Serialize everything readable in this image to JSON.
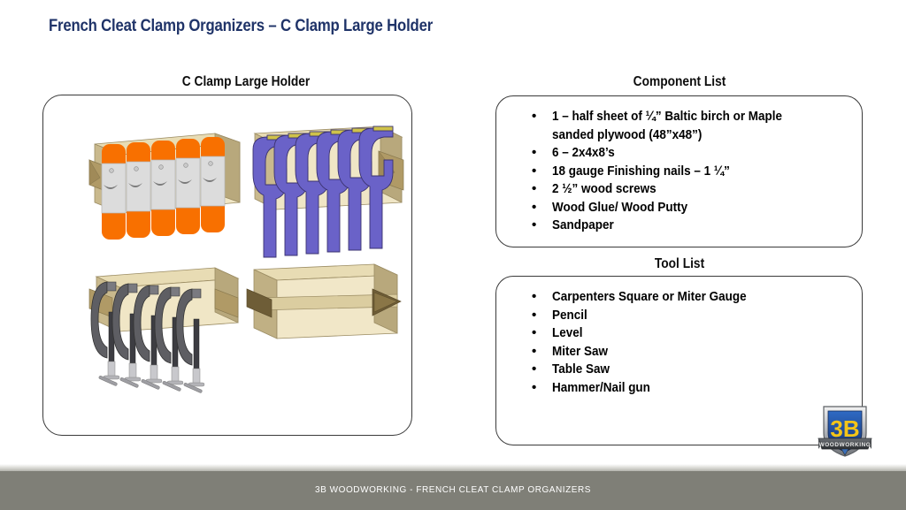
{
  "slide": {
    "title": "French Cleat Clamp Organizers – C Clamp Large Holder",
    "title_color": "#1f3368",
    "background": "#ffffff"
  },
  "diagram": {
    "heading": "C Clamp Large Holder",
    "figures": [
      {
        "name": "orange-spring-clamps-on-holder",
        "clamp_color": "#f87000",
        "count": 5,
        "wood_color": "#ece0bb"
      },
      {
        "name": "purple-bar-clamps-on-holder",
        "clamp_color": "#6a62c8",
        "count": 6,
        "wood_color": "#ece0bb"
      },
      {
        "name": "gray-c-clamps-on-holder",
        "clamp_color": "#6d6d72",
        "count": 5,
        "wood_color": "#ece0bb"
      },
      {
        "name": "empty-plywood-holder",
        "clamp_color": "",
        "count": 0,
        "wood_color": "#ece0bb"
      }
    ]
  },
  "components": {
    "heading": "Component List",
    "bullet": "•",
    "items": [
      "1 – half sheet of ¼” Baltic birch or Maple sanded plywood (48”x48”)",
      "6 – 2x4x8’s",
      "18 gauge Finishing nails – 1 ¼”",
      "2 ½” wood screws",
      "Wood Glue/ Wood Putty",
      "Sandpaper"
    ]
  },
  "tools": {
    "heading": "Tool List",
    "bullet": "•",
    "items": [
      "Carpenters Square or Miter Gauge",
      "Pencil",
      "Level",
      "Miter Saw",
      "Table Saw",
      "Hammer/Nail gun"
    ]
  },
  "footer": {
    "text": "3B WOODWORKING - FRENCH CLEAT CLAMP ORGANIZERS",
    "band_color": "#7f7f77",
    "text_color": "#ffffff"
  },
  "logo": {
    "mark": "3B",
    "banner": "WOODWORKING",
    "mark_color": "#f5c518",
    "shield_color": "#1f4fa0"
  }
}
